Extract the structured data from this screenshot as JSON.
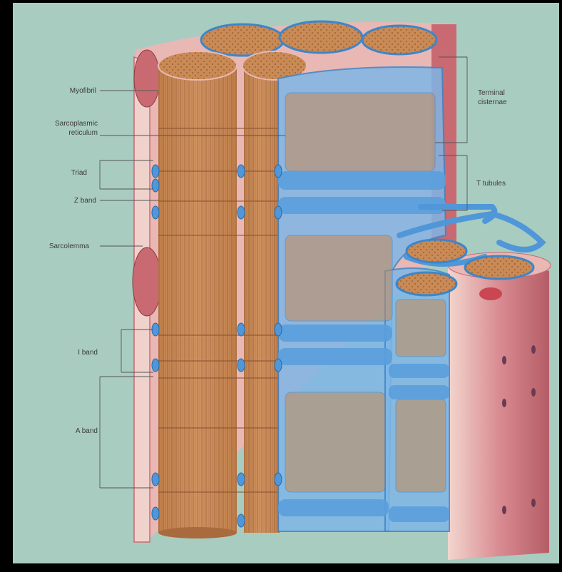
{
  "figure": {
    "colors": {
      "frame": "#000000",
      "background": "#a9ccc1",
      "sarcolemma": "#c96a72",
      "sarcolemma_light": "#f0d2cc",
      "myofibril": "#c98a55",
      "myofibril_dark": "#8c5230",
      "reticulum": "#7fb6e6",
      "reticulum_edge": "#3d86c9",
      "label_text": "#3a3a3a"
    },
    "labels": {
      "myofibril": "Myofibril",
      "sarcoplasmic_reticulum_line1": "Sarcoplasmic",
      "sarcoplasmic_reticulum_line2": "reticulum",
      "triad": "Triad",
      "z_band": "Z band",
      "sarcolemma": "Sarcolemma",
      "i_band": "I band",
      "a_band": "A band",
      "terminal_cisternae_line1": "Terminal",
      "terminal_cisternae_line2": "cisternae",
      "t_tubules": "T tubules"
    }
  }
}
